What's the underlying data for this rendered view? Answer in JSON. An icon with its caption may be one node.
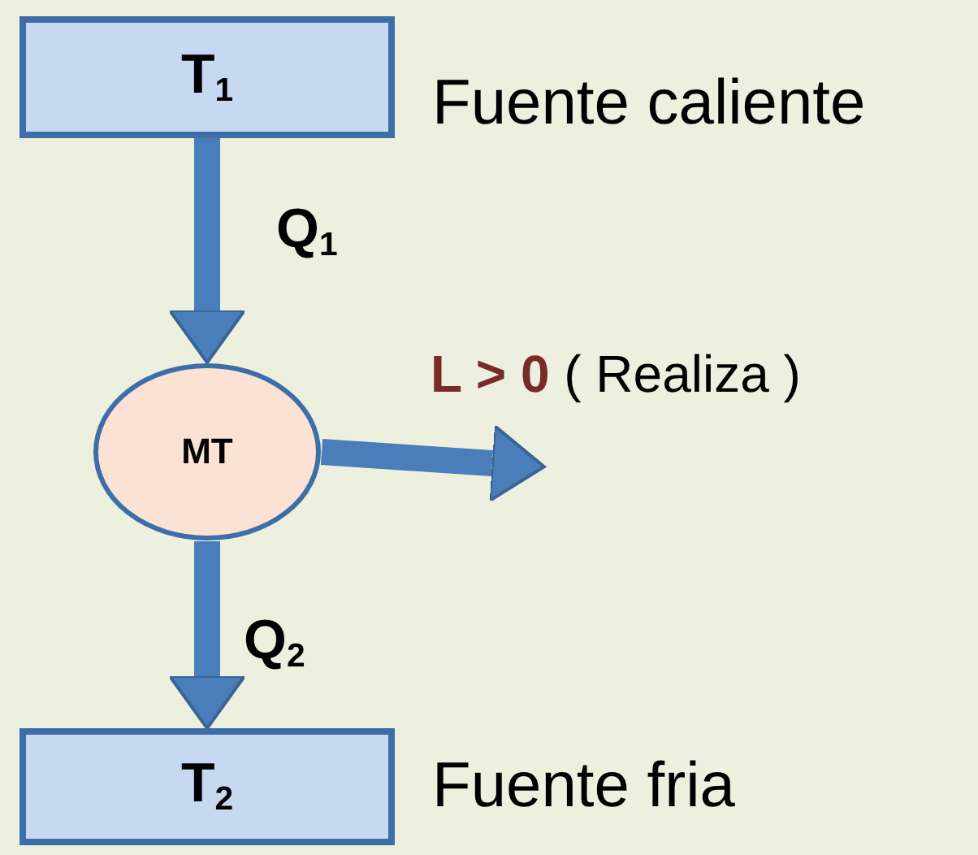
{
  "diagram": {
    "nodes": [
      {
        "text": [
          "T$_{1}$"
        ],
        "beside": [
          "Fuente caliente"
        ]
      },
      {
        "text": [
          "MT"
        ]
      },
      {
        "text": [
          "T$_{2}$"
        ],
        "beside": [
          "Fuente fria"
        ]
      }
    ],
    "edges": [
      {
        "from": 0,
        "to": 1,
        "arrow": "to",
        "label": "Q$_{1}$"
      },
      {
        "from": 1,
        "to": 2,
        "arrow": "to",
        "label": "Q$_{2}$"
      },
      {
        "from": 1,
        "to": null,
        "arrow": "to",
        "label": "**L > 0** ( Realiza )"
      }
    ]
  }
}
